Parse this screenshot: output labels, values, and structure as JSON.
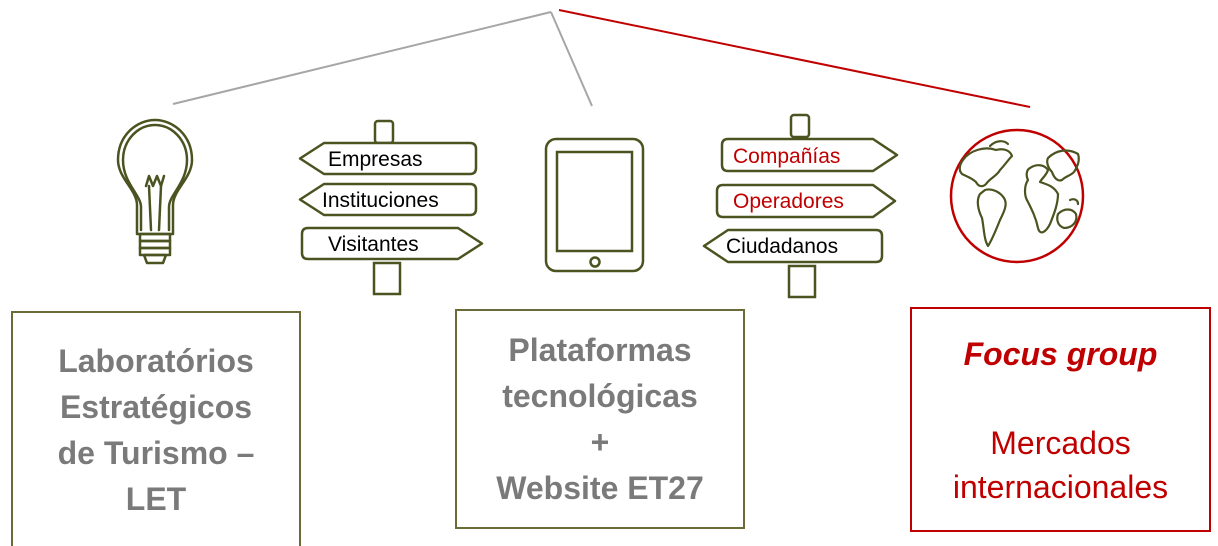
{
  "signpost_left": {
    "items": [
      "Empresas",
      "Instituciones",
      "Visitantes"
    ]
  },
  "signpost_right": {
    "items": [
      "Compañías",
      "Operadores",
      "Ciudadanos"
    ]
  },
  "boxes": {
    "let": {
      "lines": [
        "Laboratórios",
        "Estratégicos",
        "de Turismo –",
        "LET"
      ]
    },
    "plataformas": {
      "lines": [
        "Plataformas",
        "tecnológicas",
        "+",
        "Website ET27"
      ]
    },
    "focus": {
      "title": "Focus group",
      "lines": [
        "Mercados",
        "internacionales"
      ]
    }
  },
  "colors": {
    "olive": "#4b5320",
    "gray_line": "#a6a6a6",
    "red": "#c00000",
    "gray_text": "#7a7a7a"
  },
  "icons": [
    "lightbulb-icon",
    "signpost-icon",
    "tablet-icon",
    "signpost-icon",
    "globe-icon"
  ]
}
